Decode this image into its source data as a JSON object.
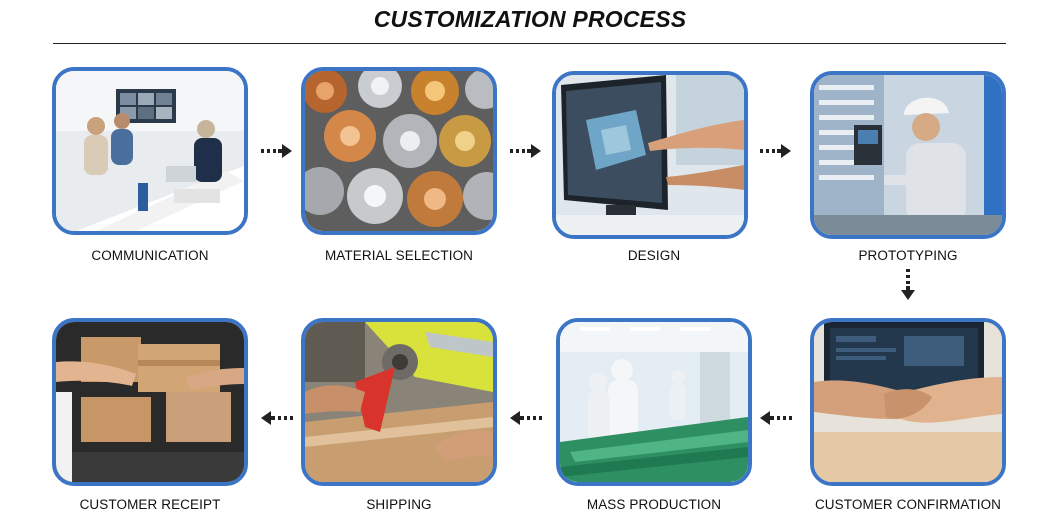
{
  "title": "CUSTOMIZATION PROCESS",
  "steps": [
    {
      "label": "COMMUNICATION"
    },
    {
      "label": "MATERIAL SELECTION"
    },
    {
      "label": "DESIGN"
    },
    {
      "label": "PROTOTYPING"
    },
    {
      "label": "CUSTOMER CONFIRMATION"
    },
    {
      "label": "MASS PRODUCTION"
    },
    {
      "label": "SHIPPING"
    },
    {
      "label": "CUSTOMER RECEIPT"
    }
  ],
  "colors": {
    "card_border": "#3c74c6",
    "arrow": "#222222"
  },
  "icons": [
    "arrow-right-icon",
    "arrow-down-icon",
    "arrow-left-icon"
  ]
}
